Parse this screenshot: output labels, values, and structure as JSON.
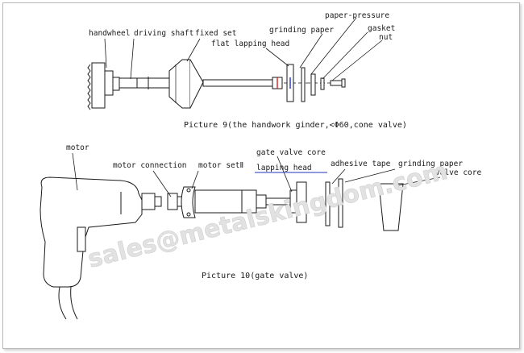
{
  "figure1": {
    "caption": "Picture 9(the handwork ginder,<Φ60,cone valve)",
    "labels": {
      "handwheel": "handwheel",
      "driving_shaft": "driving shaft",
      "fixed_set": "fixed set",
      "grinding_paper": "grinding paper",
      "paper_pressure": "paper-pressure",
      "gasket": "gasket",
      "nut": "nut",
      "flat_lapping_head": "flat lapping head"
    }
  },
  "figure2": {
    "caption": "Picture 10(gate valve)",
    "labels": {
      "motor": "motor",
      "motor_connection": "motor connection",
      "motor_set": "motor setⅡ",
      "gate_valve_core": "gate valve core",
      "lapping_head": "lapping head",
      "adhesive_tape": "adhesive tape",
      "grinding_paper": "grinding paper",
      "valve_core": "valve core"
    }
  },
  "watermark": "sales@metalskingdom.com",
  "colors": {
    "line": "#1a1a1a",
    "watermark": "#e2e2e2",
    "accent_blue": "#2030c0",
    "accent_red": "#d02020"
  }
}
